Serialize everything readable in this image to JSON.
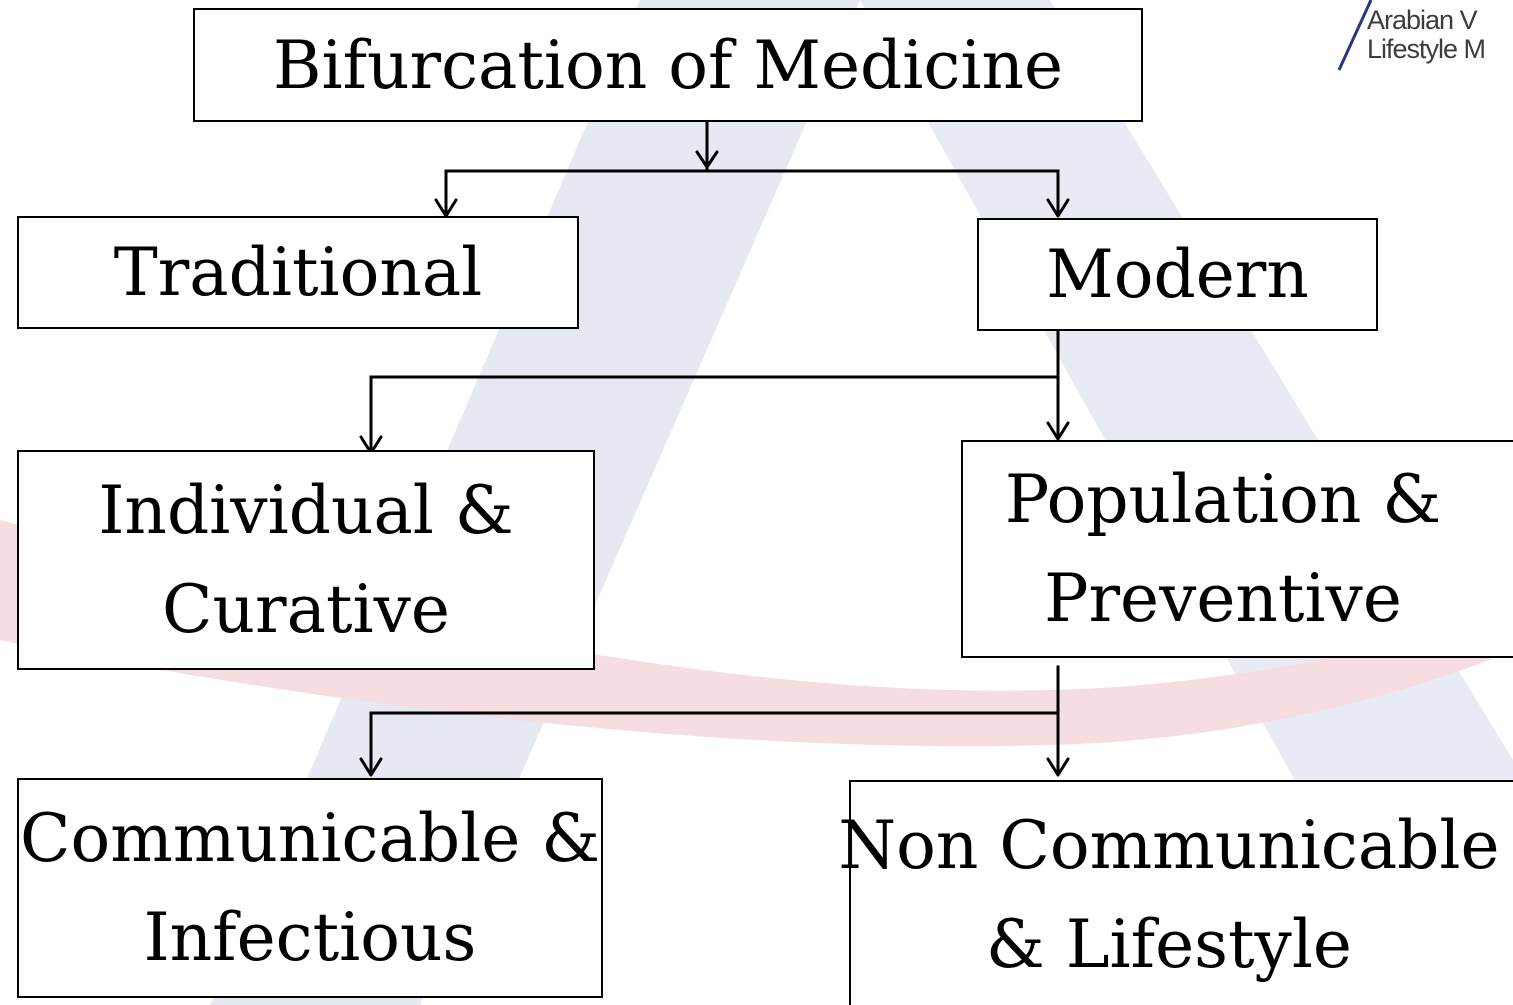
{
  "diagram": {
    "title": "Bifurcation of Medicine",
    "nodes": {
      "traditional": "Traditional",
      "modern": "Modern",
      "individual_curative": [
        "Individual &",
        "Curative"
      ],
      "population_preventive": [
        "Population &",
        "Preventive"
      ],
      "communicable_infectious": [
        "Communicable &",
        "Infectious"
      ],
      "non_communicable_lifestyle": [
        "Non Communicable",
        "& Lifestyle"
      ]
    }
  },
  "logo": {
    "line1": "Arabian V",
    "line2": "Lifestyle M"
  },
  "colors": {
    "border": "#000000",
    "text": "#000000",
    "watermark_red": "#f4d8dc",
    "watermark_blue": "#dcdfee",
    "logo_accent": "#2a3580"
  }
}
